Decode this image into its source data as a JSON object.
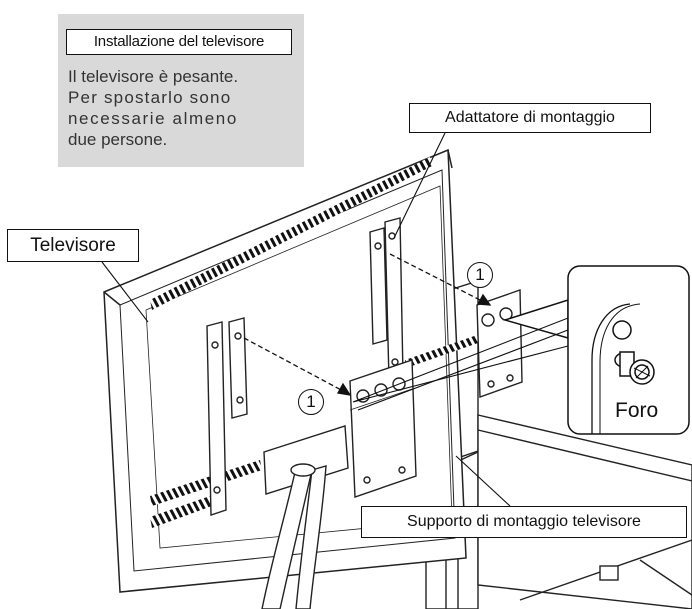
{
  "note": {
    "title": "Installazione del televisore",
    "lines": [
      "Il televisore è pesante.",
      "Per spostarlo sono",
      "necessarie almeno",
      "due persone."
    ]
  },
  "labels": {
    "adapter": "Adattatore di montaggio",
    "tv": "Televisore",
    "stand": "Supporto di montaggio televisore",
    "hole": "Foro"
  },
  "step_markers": [
    "1",
    "1"
  ]
}
